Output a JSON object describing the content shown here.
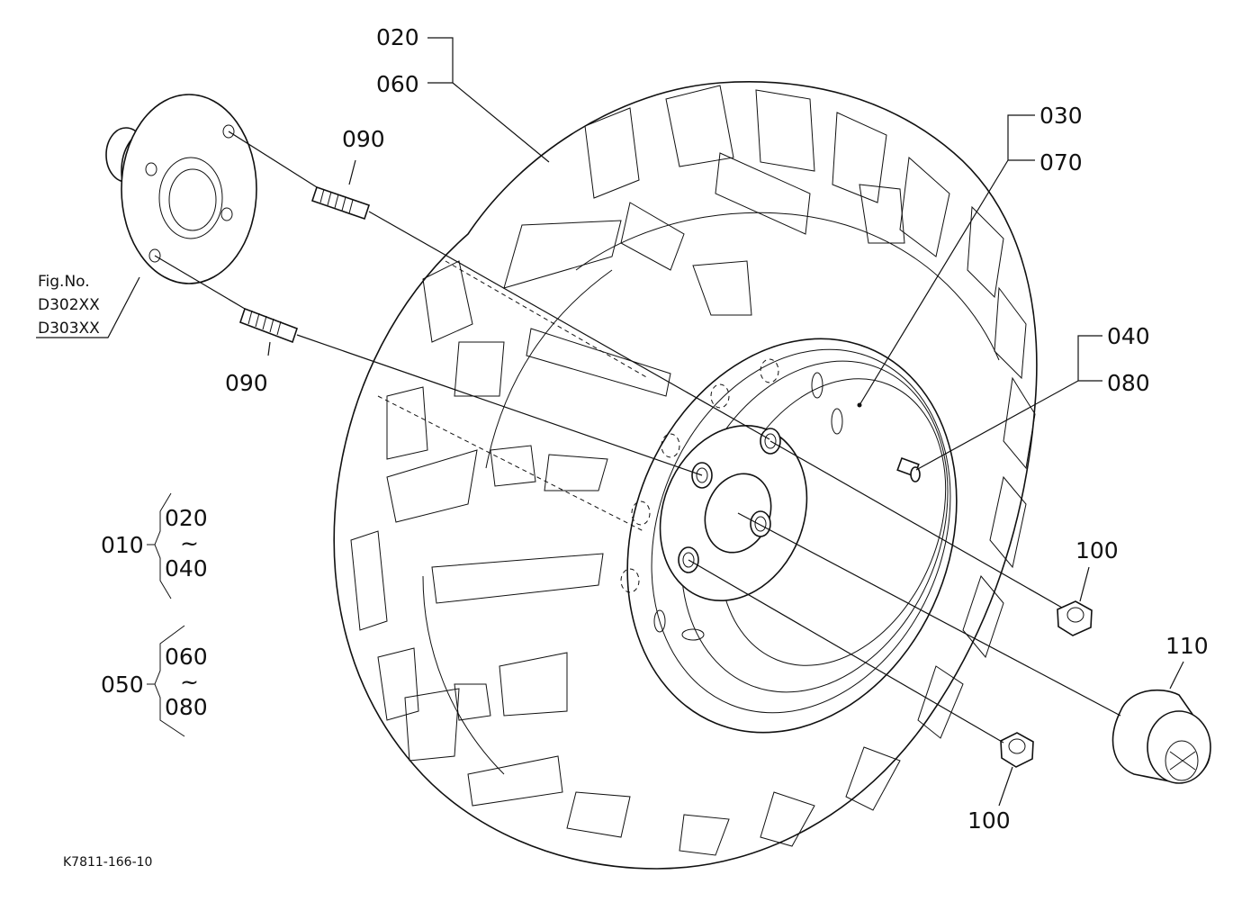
{
  "labels": {
    "tire": "020",
    "tire_alt": "060",
    "rim": "030",
    "rim_alt": "070",
    "valve": "040",
    "valve_alt": "080",
    "stud_upper": "090",
    "stud_lower": "090",
    "nut_upper": "100",
    "nut_lower": "100",
    "cap": "110"
  },
  "figure_ref": {
    "line1": "Fig.No.",
    "line2": "D302XX",
    "line3": "D303XX"
  },
  "assemblies": [
    {
      "id": "010",
      "from": "020",
      "tilde": "~",
      "to": "040"
    },
    {
      "id": "050",
      "from": "060",
      "tilde": "~",
      "to": "080"
    }
  ],
  "drawing_code": "K7811-166-10"
}
